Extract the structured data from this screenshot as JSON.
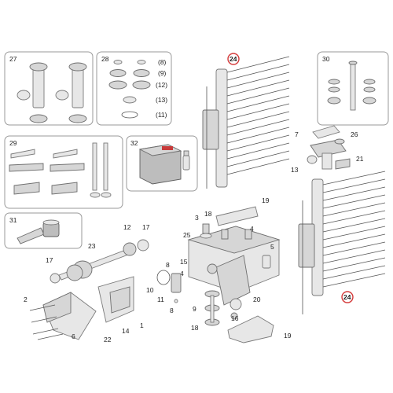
{
  "callouts": {
    "c27": "27",
    "c28": "28",
    "c8": "(8)",
    "c9": "(9)",
    "c12": "(12)",
    "c13": "(13)",
    "c11": "(11)",
    "c24a": "24",
    "c30": "30",
    "c29": "29",
    "c32": "32",
    "c7": "7",
    "c26": "26",
    "c13b": "13",
    "c21": "21",
    "c31": "31",
    "c3": "3",
    "c18": "18",
    "c19": "19",
    "c4": "4",
    "c25": "25",
    "c5": "5",
    "c12b": "12",
    "c17": "17",
    "c23": "23",
    "c17b": "17",
    "c8b": "8",
    "c15": "15",
    "c4b": "4",
    "c10": "10",
    "c11b": "11",
    "c8c": "8",
    "c2": "2",
    "c9b": "9",
    "c20": "20",
    "c16": "16",
    "c18b": "18",
    "c1": "1",
    "c14": "14",
    "c6": "6",
    "c22": "22",
    "c19b": "19",
    "c24b": "24"
  },
  "highlight_color": "#d43a3a"
}
